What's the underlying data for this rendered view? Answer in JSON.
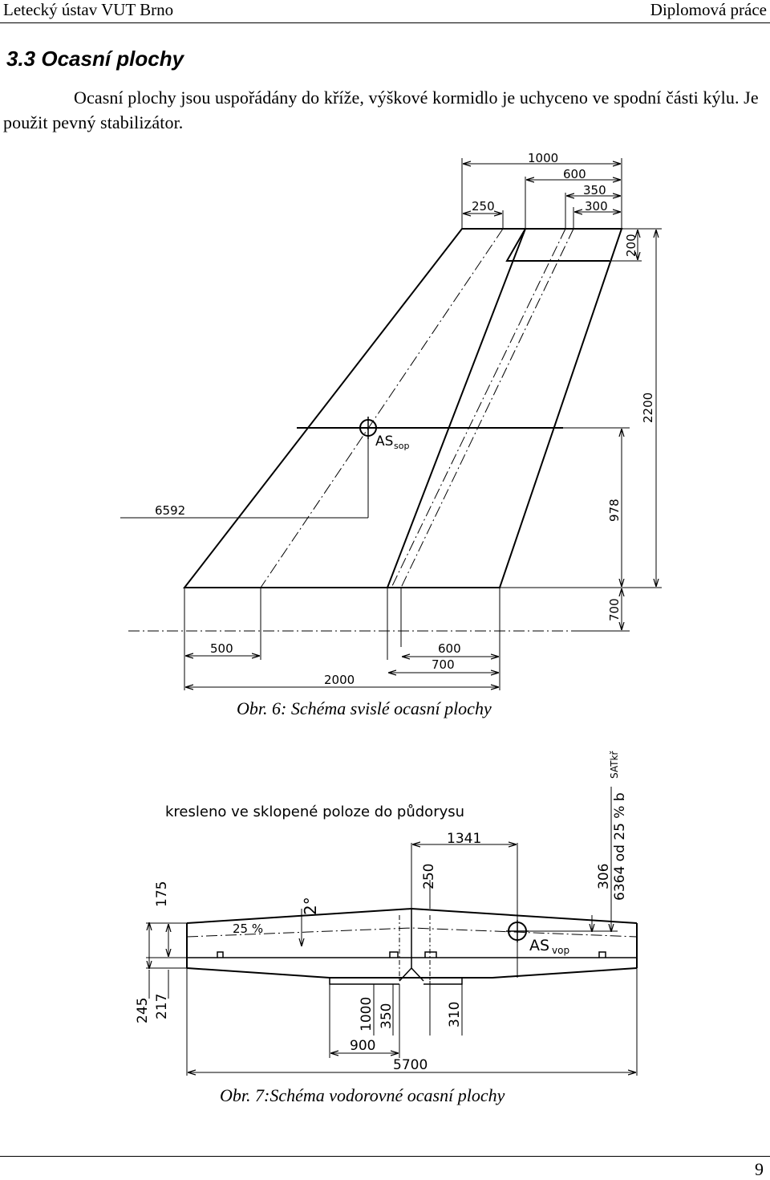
{
  "header": {
    "left": "Letecký ústav VUT Brno",
    "right": "Diplomová práce"
  },
  "section": {
    "title": "3.3 Ocasní plochy",
    "paragraph": "Ocasní plochy jsou uspořádány do kříže, výškové kormidlo je uchyceno ve spodní části  kýlu. Je použit pevný stabilizátor."
  },
  "figure6": {
    "caption": "Obr. 6: Schéma svislé ocasní plochy",
    "labels": {
      "d1000": "1000",
      "d600_top": "600",
      "d350": "350",
      "d300": "300",
      "d250": "250",
      "d200": "200",
      "d2200": "2200",
      "d978": "978",
      "d700_right": "700",
      "d6592": "6592",
      "d500": "500",
      "d600_bottom": "600",
      "d700_bottom": "700",
      "d2000": "2000",
      "as_main": "AS",
      "as_sub": "sop"
    }
  },
  "figure7": {
    "caption": "Obr. 7:Schéma vodorovné ocasní plochy",
    "note": "kresleno ve sklopené poloze do půdorysu",
    "labels": {
      "d1341": "1341",
      "d250": "250",
      "d306": "306",
      "d6364": "6364 od 25 % b",
      "d6364_sub": "SATkř",
      "d175": "175",
      "angle": "2°",
      "pct25": "25 %",
      "as_main": "AS",
      "as_sub": "vop",
      "d245": "245",
      "d217": "217",
      "d1000": "1000",
      "d350": "350",
      "d310": "310",
      "d900": "900",
      "d5700": "5700"
    }
  },
  "footer": {
    "page_number": "9"
  }
}
